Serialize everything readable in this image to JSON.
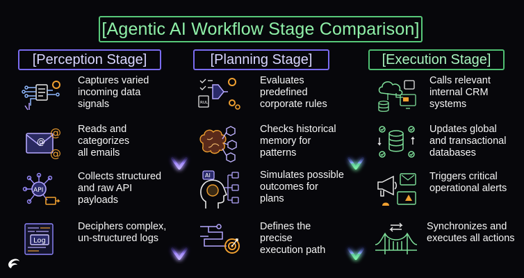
{
  "title": "[Agentic AI Workflow Stage Comparison]",
  "colors": {
    "title": "#8ff0a8",
    "perception": "#8d7cff",
    "planning": "#8d7cff",
    "execution": "#58c97a",
    "arrow_purple": "#a58bff",
    "arrow_green": "#73f0a0"
  },
  "stages": [
    {
      "heading": "[Perception Stage]",
      "items": [
        {
          "icon": "document-circuit-icon",
          "text": "Captures varied\nincoming data\nsignals"
        },
        {
          "icon": "email-envelope-icon",
          "text": "Reads and\ncategorizes\nall emails"
        },
        {
          "icon": "api-hub-icon",
          "text": "Collects structured\nand raw API\npayloads"
        },
        {
          "icon": "log-file-icon",
          "text": "Deciphers complex,\nun-structured logs"
        }
      ]
    },
    {
      "heading": "[Planning Stage]",
      "items": [
        {
          "icon": "rules-gear-icon",
          "text": "Evaluates\npredefined\ncorporate rules"
        },
        {
          "icon": "brain-memory-icon",
          "text": "Checks historical\nmemory for\npatterns"
        },
        {
          "icon": "ai-head-icon",
          "text": "Simulates possible\noutcomes for\nplans"
        },
        {
          "icon": "path-target-icon",
          "text": "Defines the precise\nexecution path"
        }
      ]
    },
    {
      "heading": "[Execution Stage]",
      "items": [
        {
          "icon": "cloud-crm-icon",
          "text": "Calls relevant\ninternal CRM\nsystems"
        },
        {
          "icon": "database-sync-icon",
          "text": "Updates global\nand transactional\ndatabases"
        },
        {
          "icon": "megaphone-alert-icon",
          "text": "Triggers critical\noperational alerts"
        },
        {
          "icon": "bridge-sync-icon",
          "text": "Synchronizes and\nexecutes all actions"
        }
      ]
    }
  ]
}
